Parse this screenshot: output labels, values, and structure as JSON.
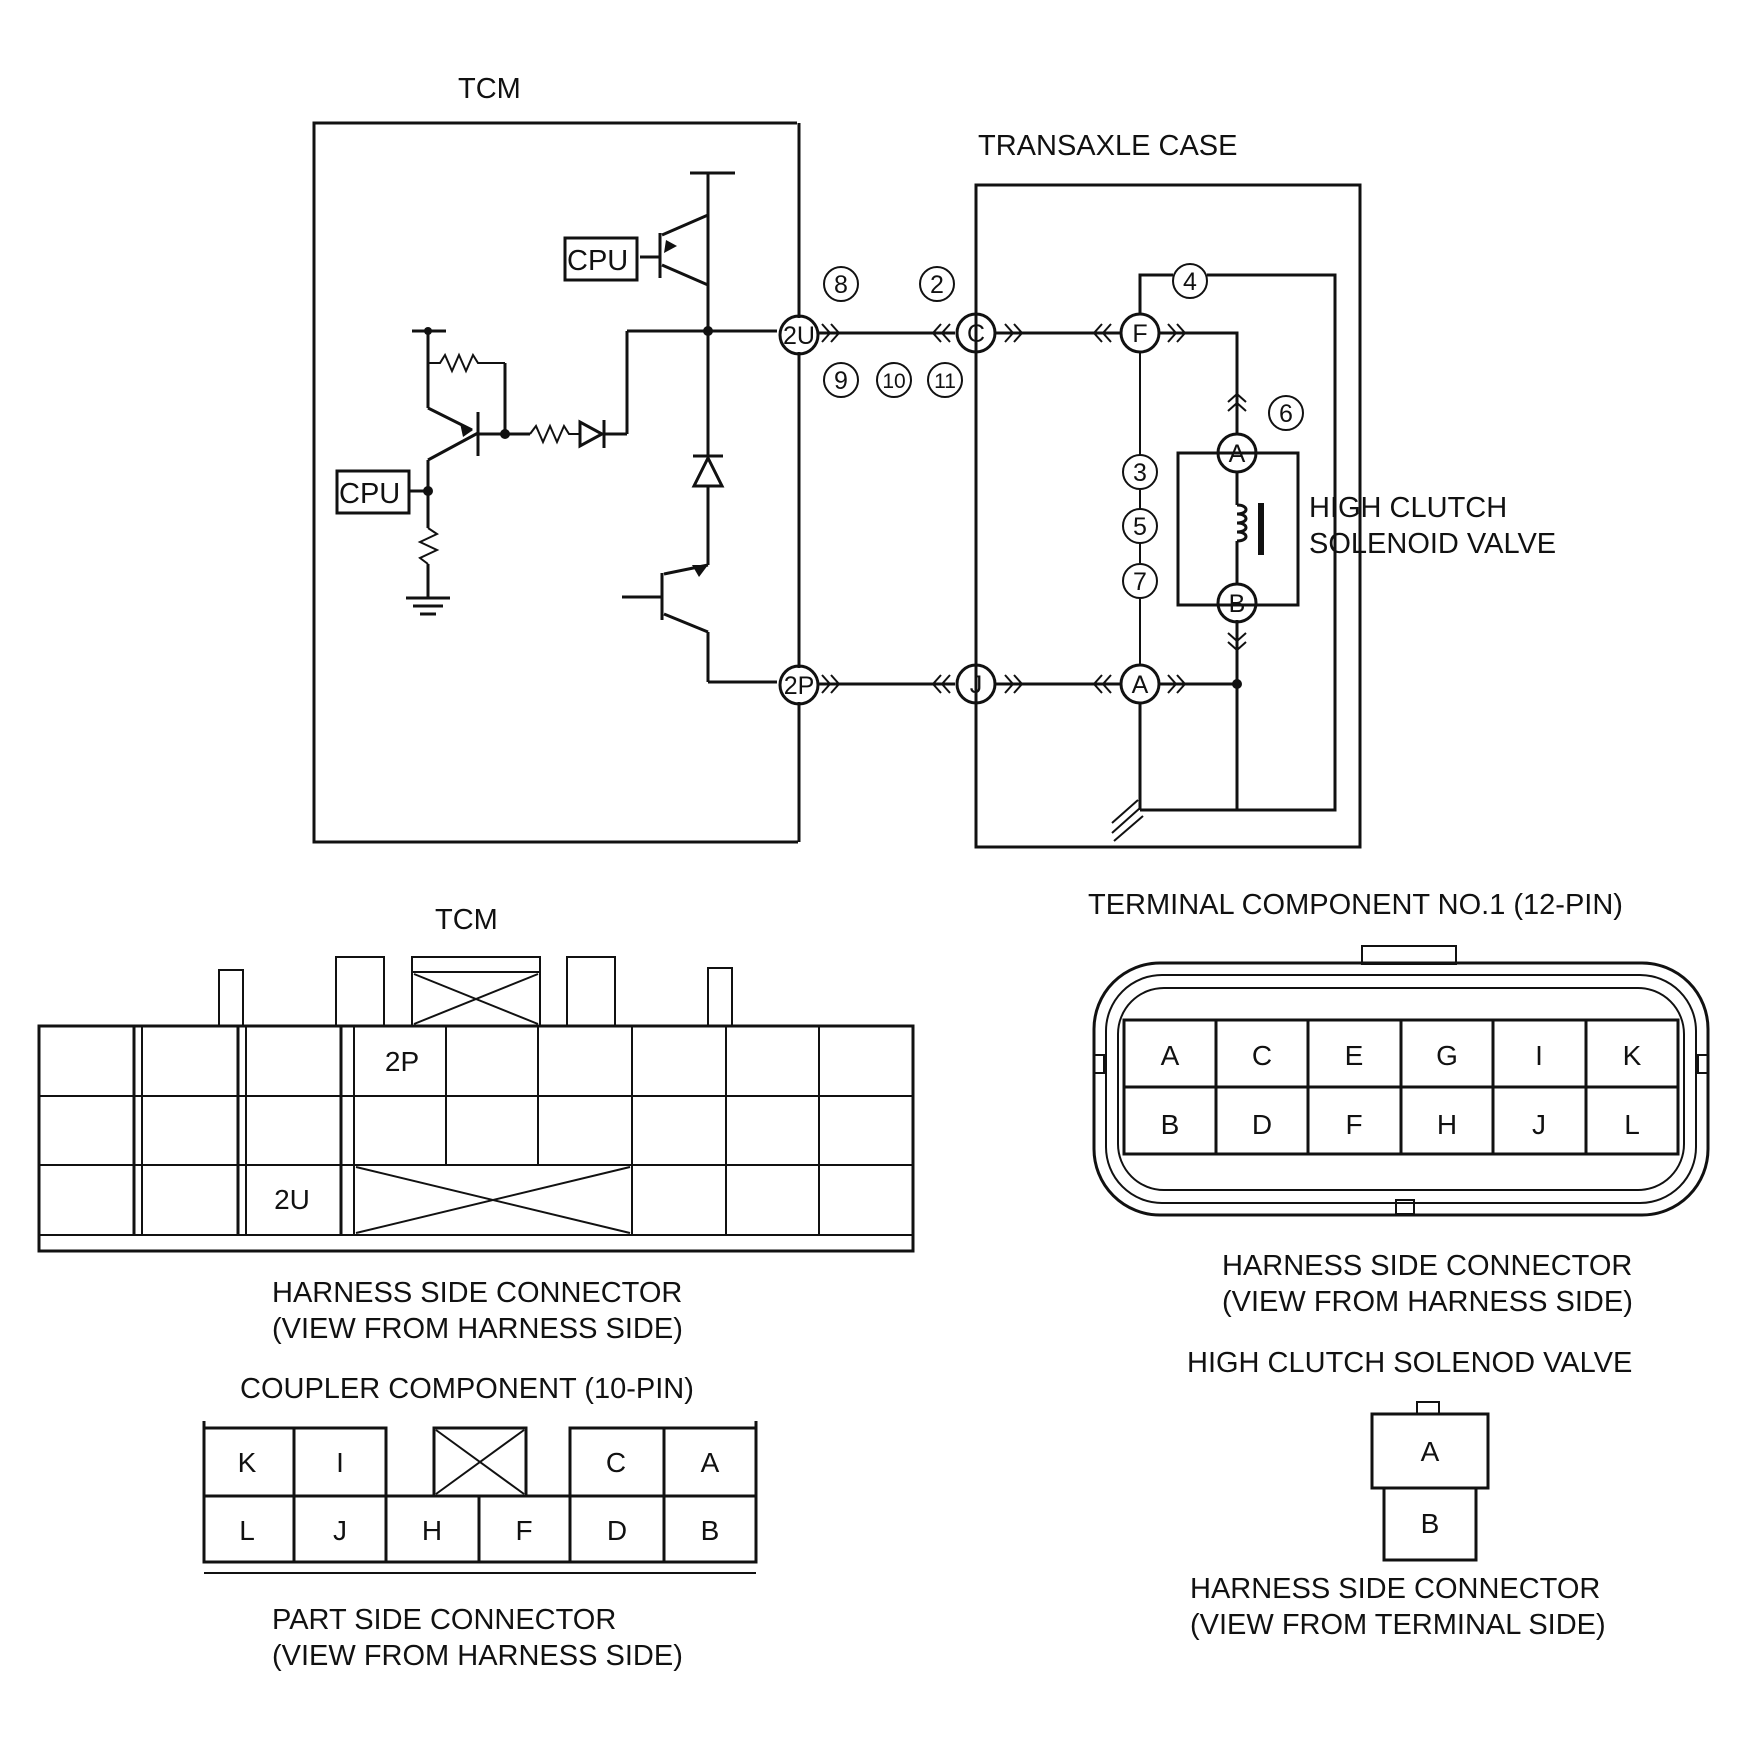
{
  "schematic": {
    "tcm_label": "TCM",
    "transaxle_label": "TRANSAXLE CASE",
    "cpu_labels": [
      "CPU",
      "CPU"
    ],
    "tcm_terminals": [
      "2U",
      "2P"
    ],
    "connector_nodes": [
      "C",
      "J"
    ],
    "terminal_nodes": [
      "F",
      "A"
    ],
    "solenoid_nodes": [
      "A",
      "B"
    ],
    "solenoid_label_lines": [
      "HIGH CLUTCH",
      "SOLENOID VALVE"
    ],
    "refs": {
      "r8": "8",
      "r2": "2",
      "r9": "9",
      "r10": "10",
      "r11": "11",
      "r4": "4",
      "r6": "6",
      "r3": "3",
      "r5": "5",
      "r7": "7"
    }
  },
  "tcm_connector": {
    "title": "TCM",
    "pins": [
      "2P",
      "2U"
    ],
    "caption_lines": [
      "HARNESS SIDE CONNECTOR",
      "(VIEW FROM HARNESS SIDE)"
    ]
  },
  "coupler": {
    "title": "COUPLER COMPONENT  (10-PIN)",
    "top_row": [
      "K",
      "I",
      "C",
      "A"
    ],
    "bottom_row": [
      "L",
      "J",
      "H",
      "F",
      "D",
      "B"
    ],
    "caption_lines": [
      "PART SIDE CONNECTOR",
      "(VIEW FROM HARNESS SIDE)"
    ]
  },
  "terminal_component": {
    "title": "TERMINAL COMPONENT NO.1 (12-PIN)",
    "top_row": [
      "A",
      "C",
      "E",
      "G",
      "I",
      "K"
    ],
    "bottom_row": [
      "B",
      "D",
      "F",
      "H",
      "J",
      "L"
    ],
    "caption_lines": [
      "HARNESS SIDE CONNECTOR",
      "(VIEW FROM HARNESS SIDE)"
    ]
  },
  "solenoid_connector": {
    "title": "HIGH CLUTCH SOLENOD VALVE",
    "pins": [
      "A",
      "B"
    ],
    "caption_lines": [
      "HARNESS SIDE CONNECTOR",
      "(VIEW FROM TERMINAL SIDE)"
    ]
  }
}
